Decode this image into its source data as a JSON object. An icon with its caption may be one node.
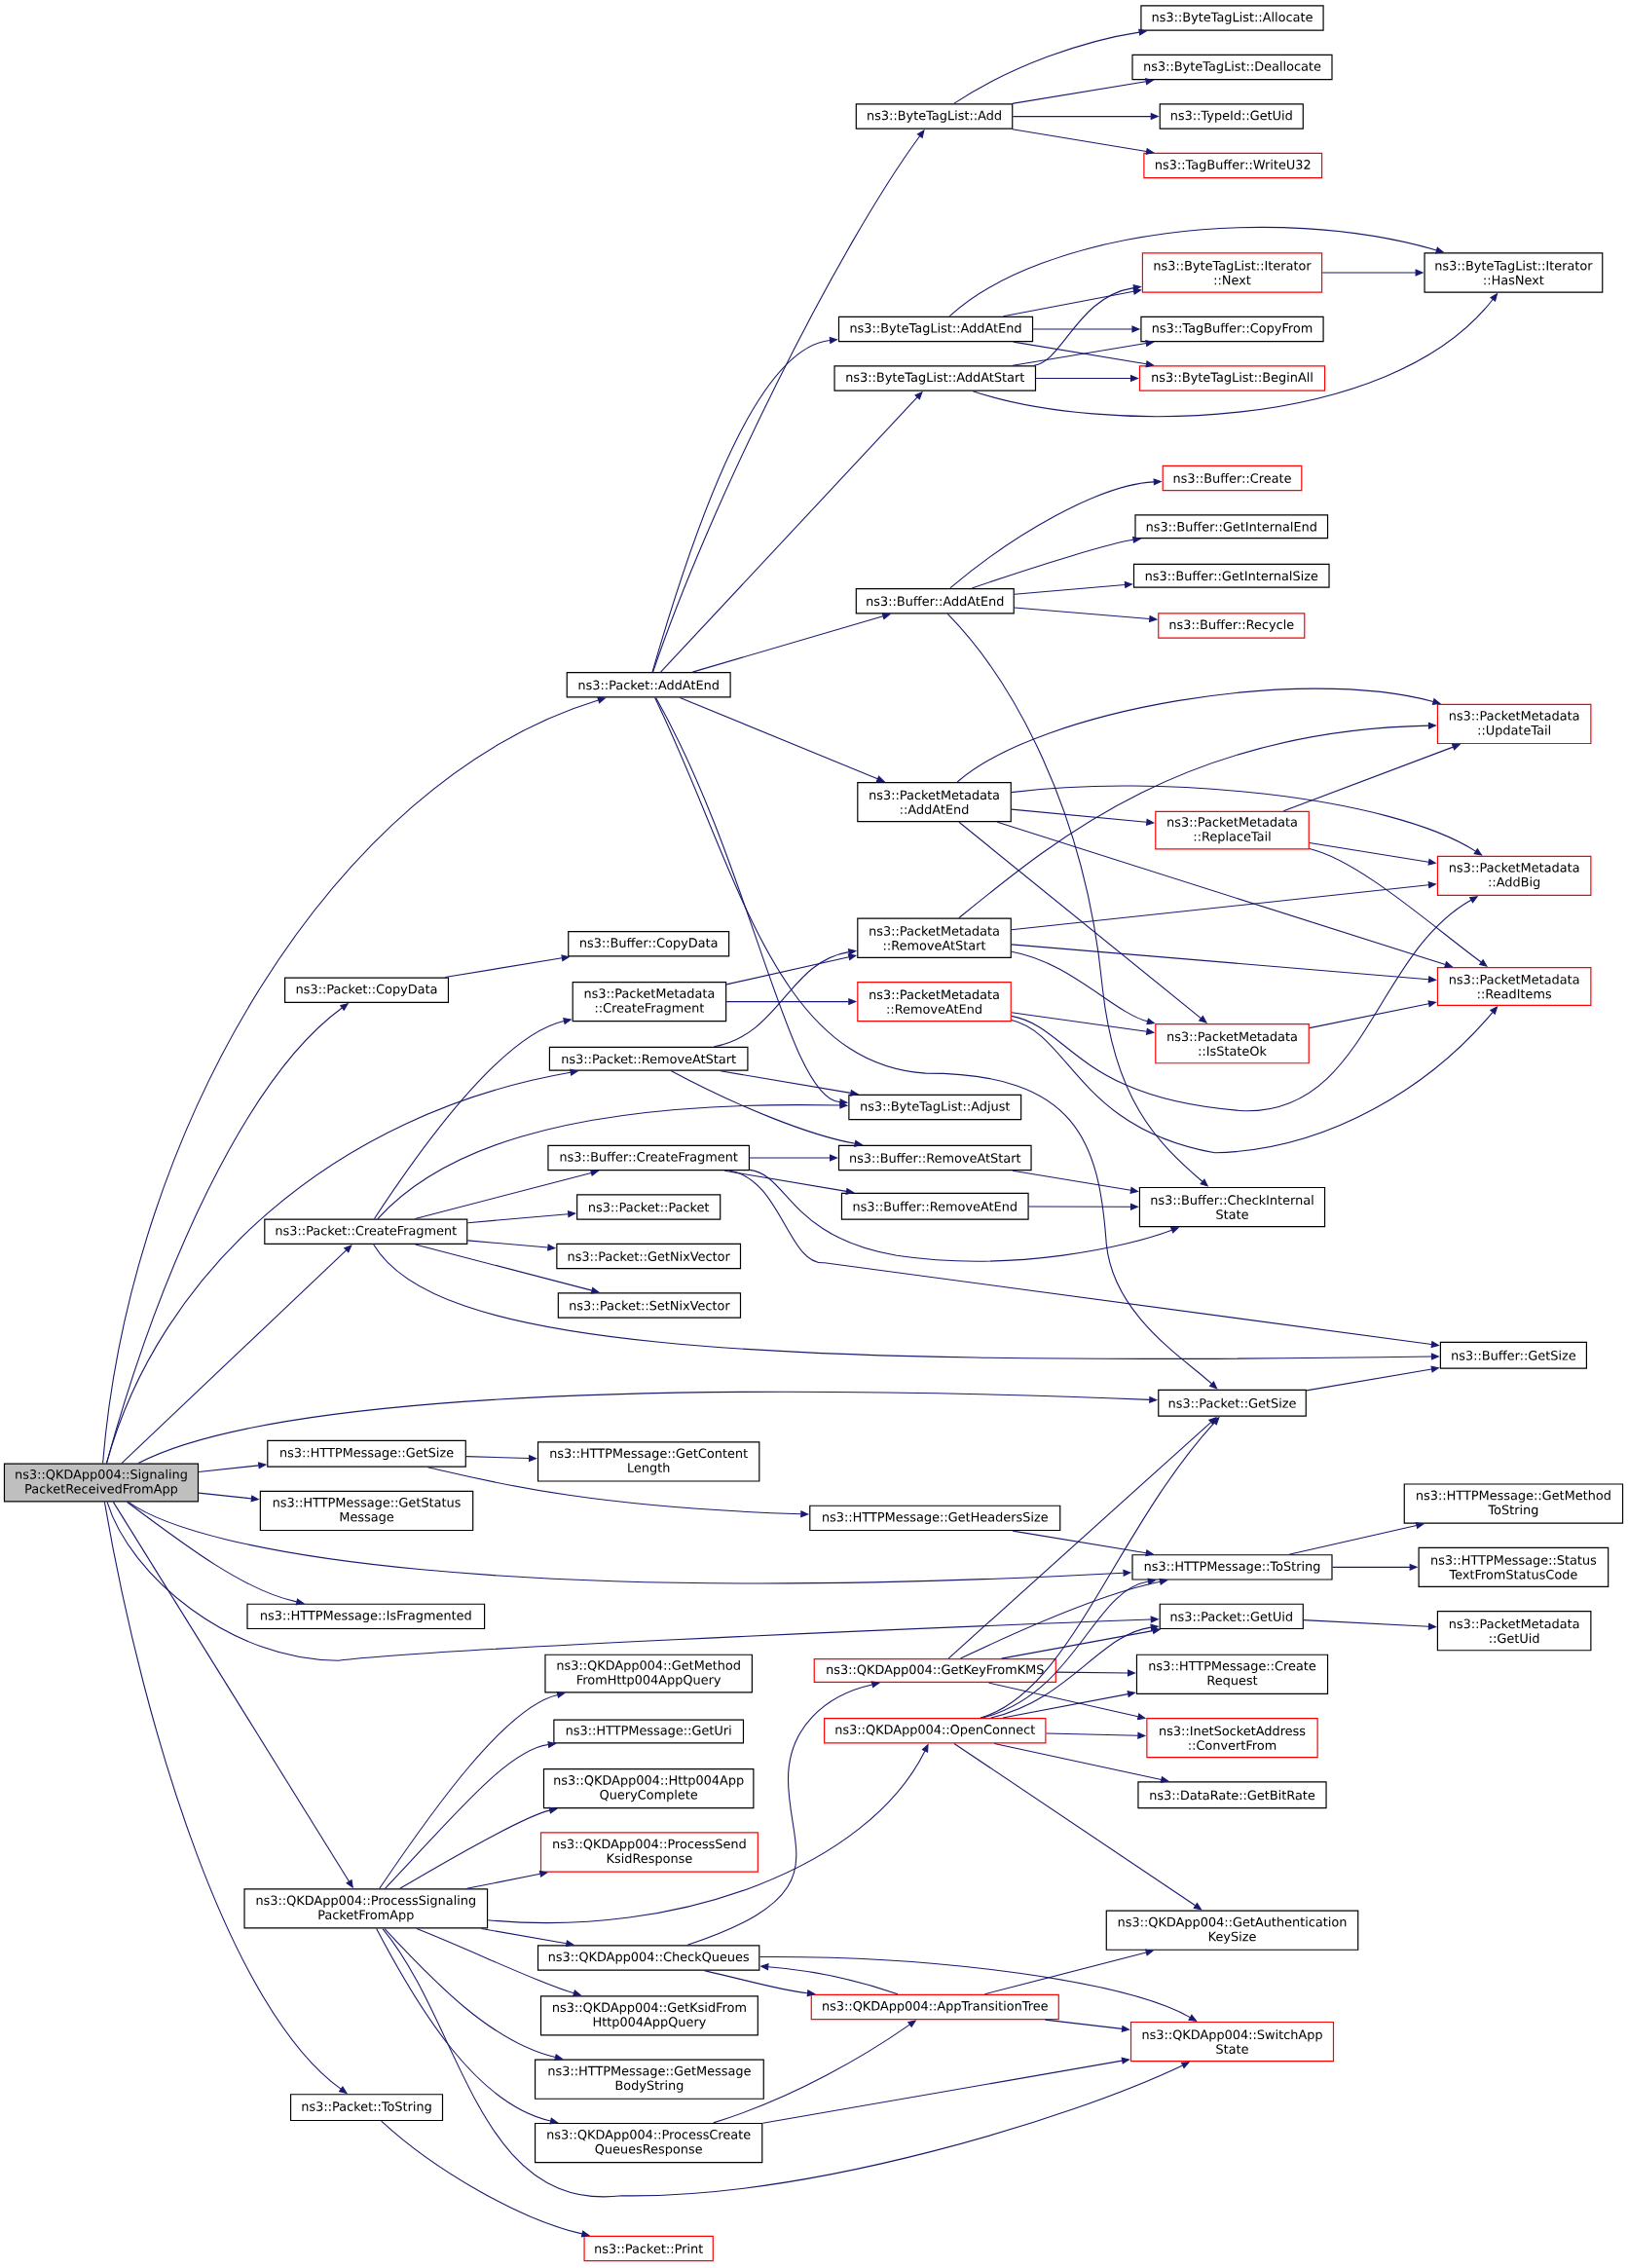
{
  "diagram": {
    "nodes": [
      {
        "text": [
          "ns3::QKDApp004::Signaling PacketReceivedFromApp"
        ]
      },
      {
        "text": [
          "ns3::Packet::CopyData"
        ]
      },
      {
        "text": [
          "ns3::Packet::CreateFragment"
        ]
      },
      {
        "text": [
          "ns3::HTTPMessage::GetSize"
        ]
      },
      {
        "text": [
          "ns3::HTTPMessage::GetStatus Message"
        ]
      },
      {
        "text": [
          "ns3::HTTPMessage::IsFragmented"
        ]
      },
      {
        "text": [
          "ns3::QKDApp004::ProcessSignaling PacketFromApp"
        ]
      },
      {
        "text": [
          "ns3::Packet::ToString"
        ]
      },
      {
        "text": [
          "ns3::Packet::AddAtEnd"
        ]
      },
      {
        "text": [
          "ns3::Buffer::CopyData"
        ]
      },
      {
        "text": [
          "ns3::PacketMetadata ::CreateFragment"
        ]
      },
      {
        "text": [
          "ns3::Packet::RemoveAtStart"
        ]
      },
      {
        "text": [
          "ns3::Buffer::CreateFragment"
        ]
      },
      {
        "text": [
          "ns3::Packet::Packet"
        ]
      },
      {
        "text": [
          "ns3::Packet::GetNixVector"
        ]
      },
      {
        "text": [
          "ns3::Packet::SetNixVector"
        ]
      },
      {
        "text": [
          "ns3::HTTPMessage::GetContent Length"
        ]
      },
      {
        "text": [
          "ns3::QKDApp004::GetMethod FromHttp004AppQuery"
        ]
      },
      {
        "text": [
          "ns3::HTTPMessage::GetUri"
        ]
      },
      {
        "text": [
          "ns3::QKDApp004::Http004App QueryComplete"
        ]
      },
      {
        "text": [
          "ns3::QKDApp004::ProcessSend KsidResponse"
        ]
      },
      {
        "text": [
          "ns3::QKDApp004::CheckQueues"
        ]
      },
      {
        "text": [
          "ns3::QKDApp004::GetKsidFrom Http004AppQuery"
        ]
      },
      {
        "text": [
          "ns3::HTTPMessage::GetMessage BodyString"
        ]
      },
      {
        "text": [
          "ns3::QKDApp004::ProcessCreate QueuesResponse"
        ]
      },
      {
        "text": [
          "ns3::Packet::Print"
        ]
      },
      {
        "text": [
          "ns3::ByteTagList::Add"
        ]
      },
      {
        "text": [
          "ns3::ByteTagList::AddAtEnd"
        ]
      },
      {
        "text": [
          "ns3::ByteTagList::AddAtStart"
        ]
      },
      {
        "text": [
          "ns3::Buffer::AddAtEnd"
        ]
      },
      {
        "text": [
          "ns3::PacketMetadata ::AddAtEnd"
        ]
      },
      {
        "text": [
          "ns3::PacketMetadata ::RemoveAtStart"
        ]
      },
      {
        "text": [
          "ns3::PacketMetadata ::RemoveAtEnd"
        ]
      },
      {
        "text": [
          "ns3::ByteTagList::Adjust"
        ]
      },
      {
        "text": [
          "ns3::Buffer::RemoveAtStart"
        ]
      },
      {
        "text": [
          "ns3::Buffer::RemoveAtEnd"
        ]
      },
      {
        "text": [
          "ns3::HTTPMessage::GetHeadersSize"
        ]
      },
      {
        "text": [
          "ns3::QKDApp004::GetKeyFromKMS"
        ]
      },
      {
        "text": [
          "ns3::QKDApp004::OpenConnect"
        ]
      },
      {
        "text": [
          "ns3::QKDApp004::AppTransitionTree"
        ]
      },
      {
        "text": [
          "ns3::ByteTagList::Allocate"
        ]
      },
      {
        "text": [
          "ns3::ByteTagList::Deallocate"
        ]
      },
      {
        "text": [
          "ns3::TypeId::GetUid"
        ]
      },
      {
        "text": [
          "ns3::TagBuffer::WriteU32"
        ]
      },
      {
        "text": [
          "ns3::ByteTagList::Iterator ::Next"
        ]
      },
      {
        "text": [
          "ns3::TagBuffer::CopyFrom"
        ]
      },
      {
        "text": [
          "ns3::ByteTagList::BeginAll"
        ]
      },
      {
        "text": [
          "ns3::Buffer::Create"
        ]
      },
      {
        "text": [
          "ns3::Buffer::GetInternalEnd"
        ]
      },
      {
        "text": [
          "ns3::Buffer::GetInternalSize"
        ]
      },
      {
        "text": [
          "ns3::Buffer::Recycle"
        ]
      },
      {
        "text": [
          "ns3::PacketMetadata ::ReplaceTail"
        ]
      },
      {
        "text": [
          "ns3::PacketMetadata ::IsStateOk"
        ]
      },
      {
        "text": [
          "ns3::Buffer::CheckInternal State"
        ]
      },
      {
        "text": [
          "ns3::Packet::GetSize"
        ]
      },
      {
        "text": [
          "ns3::HTTPMessage::ToString"
        ]
      },
      {
        "text": [
          "ns3::Packet::GetUid"
        ]
      },
      {
        "text": [
          "ns3::HTTPMessage::Create Request"
        ]
      },
      {
        "text": [
          "ns3::InetSocketAddress ::ConvertFrom"
        ]
      },
      {
        "text": [
          "ns3::DataRate::GetBitRate"
        ]
      },
      {
        "text": [
          "ns3::QKDApp004::GetAuthentication KeySize"
        ]
      },
      {
        "text": [
          "ns3::QKDApp004::SwitchApp State"
        ]
      },
      {
        "text": [
          "ns3::ByteTagList::Iterator ::HasNext"
        ]
      },
      {
        "text": [
          "ns3::PacketMetadata ::UpdateTail"
        ]
      },
      {
        "text": [
          "ns3::PacketMetadata ::AddBig"
        ]
      },
      {
        "text": [
          "ns3::PacketMetadata ::ReadItems"
        ]
      },
      {
        "text": [
          "ns3::Buffer::GetSize"
        ]
      },
      {
        "text": [
          "ns3::HTTPMessage::GetMethod ToString"
        ]
      },
      {
        "text": [
          "ns3::HTTPMessage::Status TextFromStatusCode"
        ]
      },
      {
        "text": [
          "ns3::PacketMetadata ::GetUid"
        ]
      }
    ],
    "edges": [
      {
        "from": 0,
        "to": 8,
        "arrow": "to"
      },
      {
        "from": 0,
        "to": 1,
        "arrow": "to"
      },
      {
        "from": 0,
        "to": 11,
        "arrow": "to"
      },
      {
        "from": 0,
        "to": 2,
        "arrow": "to"
      },
      {
        "from": 0,
        "to": 54,
        "arrow": "to"
      },
      {
        "from": 0,
        "to": 3,
        "arrow": "to"
      },
      {
        "from": 0,
        "to": 4,
        "arrow": "to"
      },
      {
        "from": 0,
        "to": 55,
        "arrow": "to"
      },
      {
        "from": 0,
        "to": 5,
        "arrow": "to"
      },
      {
        "from": 0,
        "to": 56,
        "arrow": "to"
      },
      {
        "from": 0,
        "to": 6,
        "arrow": "to"
      },
      {
        "from": 0,
        "to": 7,
        "arrow": "to"
      },
      {
        "from": 8,
        "to": 26,
        "arrow": "to"
      },
      {
        "from": 8,
        "to": 27,
        "arrow": "to"
      },
      {
        "from": 8,
        "to": 28,
        "arrow": "to"
      },
      {
        "from": 8,
        "to": 29,
        "arrow": "to"
      },
      {
        "from": 8,
        "to": 30,
        "arrow": "to"
      },
      {
        "from": 8,
        "to": 33,
        "arrow": "to"
      },
      {
        "from": 8,
        "to": 54,
        "arrow": "to"
      },
      {
        "from": 26,
        "to": 40,
        "arrow": "to"
      },
      {
        "from": 26,
        "to": 41,
        "arrow": "to"
      },
      {
        "from": 26,
        "to": 42,
        "arrow": "to"
      },
      {
        "from": 26,
        "to": 43,
        "arrow": "to"
      },
      {
        "from": 27,
        "to": 44,
        "arrow": "to"
      },
      {
        "from": 27,
        "to": 45,
        "arrow": "to"
      },
      {
        "from": 27,
        "to": 46,
        "arrow": "to"
      },
      {
        "from": 27,
        "to": 62,
        "arrow": "to"
      },
      {
        "from": 28,
        "to": 44,
        "arrow": "to"
      },
      {
        "from": 28,
        "to": 45,
        "arrow": "to"
      },
      {
        "from": 28,
        "to": 46,
        "arrow": "to"
      },
      {
        "from": 28,
        "to": 62,
        "arrow": "to"
      },
      {
        "from": 44,
        "to": 62,
        "arrow": "to"
      },
      {
        "from": 29,
        "to": 47,
        "arrow": "to"
      },
      {
        "from": 29,
        "to": 48,
        "arrow": "to"
      },
      {
        "from": 29,
        "to": 49,
        "arrow": "to"
      },
      {
        "from": 29,
        "to": 50,
        "arrow": "to"
      },
      {
        "from": 29,
        "to": 53,
        "arrow": "to"
      },
      {
        "from": 30,
        "to": 63,
        "arrow": "to"
      },
      {
        "from": 30,
        "to": 64,
        "arrow": "to"
      },
      {
        "from": 30,
        "to": 51,
        "arrow": "to"
      },
      {
        "from": 30,
        "to": 65,
        "arrow": "to"
      },
      {
        "from": 30,
        "to": 52,
        "arrow": "to"
      },
      {
        "from": 51,
        "to": 63,
        "arrow": "to"
      },
      {
        "from": 51,
        "to": 64,
        "arrow": "to"
      },
      {
        "from": 51,
        "to": 65,
        "arrow": "to"
      },
      {
        "from": 31,
        "to": 63,
        "arrow": "to"
      },
      {
        "from": 31,
        "to": 64,
        "arrow": "to"
      },
      {
        "from": 31,
        "to": 65,
        "arrow": "to"
      },
      {
        "from": 31,
        "to": 52,
        "arrow": "to"
      },
      {
        "from": 32,
        "to": 52,
        "arrow": "to"
      },
      {
        "from": 32,
        "to": 64,
        "arrow": "to"
      },
      {
        "from": 32,
        "to": 65,
        "arrow": "to"
      },
      {
        "from": 52,
        "to": 65,
        "arrow": "to"
      },
      {
        "from": 1,
        "to": 9,
        "arrow": "to"
      },
      {
        "from": 10,
        "to": 31,
        "arrow": "to"
      },
      {
        "from": 10,
        "to": 32,
        "arrow": "to"
      },
      {
        "from": 11,
        "to": 31,
        "arrow": "to"
      },
      {
        "from": 11,
        "to": 33,
        "arrow": "to"
      },
      {
        "from": 11,
        "to": 34,
        "arrow": "to"
      },
      {
        "from": 2,
        "to": 10,
        "arrow": "to"
      },
      {
        "from": 2,
        "to": 33,
        "arrow": "to"
      },
      {
        "from": 2,
        "to": 12,
        "arrow": "to"
      },
      {
        "from": 2,
        "to": 13,
        "arrow": "to"
      },
      {
        "from": 2,
        "to": 14,
        "arrow": "to"
      },
      {
        "from": 2,
        "to": 15,
        "arrow": "to"
      },
      {
        "from": 2,
        "to": 66,
        "arrow": "to"
      },
      {
        "from": 12,
        "to": 34,
        "arrow": "to"
      },
      {
        "from": 12,
        "to": 35,
        "arrow": "to"
      },
      {
        "from": 12,
        "to": 53,
        "arrow": "to"
      },
      {
        "from": 12,
        "to": 66,
        "arrow": "to"
      },
      {
        "from": 34,
        "to": 53,
        "arrow": "to"
      },
      {
        "from": 35,
        "to": 53,
        "arrow": "to"
      },
      {
        "from": 54,
        "to": 66,
        "arrow": "to"
      },
      {
        "from": 3,
        "to": 16,
        "arrow": "to"
      },
      {
        "from": 3,
        "to": 36,
        "arrow": "to"
      },
      {
        "from": 36,
        "to": 55,
        "arrow": "to"
      },
      {
        "from": 55,
        "to": 67,
        "arrow": "to"
      },
      {
        "from": 55,
        "to": 68,
        "arrow": "to"
      },
      {
        "from": 56,
        "to": 69,
        "arrow": "to"
      },
      {
        "from": 6,
        "to": 17,
        "arrow": "to"
      },
      {
        "from": 6,
        "to": 18,
        "arrow": "to"
      },
      {
        "from": 6,
        "to": 19,
        "arrow": "to"
      },
      {
        "from": 6,
        "to": 20,
        "arrow": "to"
      },
      {
        "from": 6,
        "to": 38,
        "arrow": "to"
      },
      {
        "from": 6,
        "to": 21,
        "arrow": "to"
      },
      {
        "from": 6,
        "to": 22,
        "arrow": "to"
      },
      {
        "from": 6,
        "to": 23,
        "arrow": "to"
      },
      {
        "from": 6,
        "to": 24,
        "arrow": "to"
      },
      {
        "from": 6,
        "to": 61,
        "arrow": "to"
      },
      {
        "from": 21,
        "to": 37,
        "arrow": "to"
      },
      {
        "from": 21,
        "to": 39,
        "arrow": "to"
      },
      {
        "from": 21,
        "to": 61,
        "arrow": "to"
      },
      {
        "from": 39,
        "to": 21,
        "arrow": "to"
      },
      {
        "from": 39,
        "to": 60,
        "arrow": "to"
      },
      {
        "from": 39,
        "to": 61,
        "arrow": "to"
      },
      {
        "from": 24,
        "to": 39,
        "arrow": "to"
      },
      {
        "from": 24,
        "to": 61,
        "arrow": "to"
      },
      {
        "from": 37,
        "to": 54,
        "arrow": "to"
      },
      {
        "from": 37,
        "to": 55,
        "arrow": "to"
      },
      {
        "from": 37,
        "to": 56,
        "arrow": "to"
      },
      {
        "from": 37,
        "to": 57,
        "arrow": "to"
      },
      {
        "from": 37,
        "to": 58,
        "arrow": "to"
      },
      {
        "from": 38,
        "to": 54,
        "arrow": "to"
      },
      {
        "from": 38,
        "to": 55,
        "arrow": "to"
      },
      {
        "from": 38,
        "to": 56,
        "arrow": "to"
      },
      {
        "from": 38,
        "to": 57,
        "arrow": "to"
      },
      {
        "from": 38,
        "to": 58,
        "arrow": "to"
      },
      {
        "from": 38,
        "to": 59,
        "arrow": "to"
      },
      {
        "from": 38,
        "to": 60,
        "arrow": "to"
      },
      {
        "from": 7,
        "to": 25,
        "arrow": "to"
      }
    ]
  }
}
